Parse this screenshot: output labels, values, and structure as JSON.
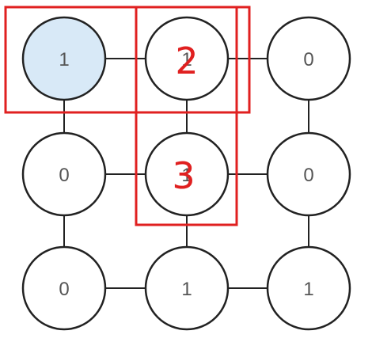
{
  "colors": {
    "node_fill": "#ffffff",
    "highlight_fill": "#d8e9f7",
    "stroke": "#222222",
    "annotation": "#e02020"
  },
  "grid": {
    "rows": [
      [
        "1",
        "1",
        "0"
      ],
      [
        "0",
        "1",
        "0"
      ],
      [
        "0",
        "1",
        "1"
      ]
    ],
    "highlighted": [
      [
        0,
        0
      ]
    ]
  },
  "annotations": [
    {
      "text": "2",
      "row": 0,
      "col": 1
    },
    {
      "text": "3",
      "row": 1,
      "col": 1
    }
  ]
}
